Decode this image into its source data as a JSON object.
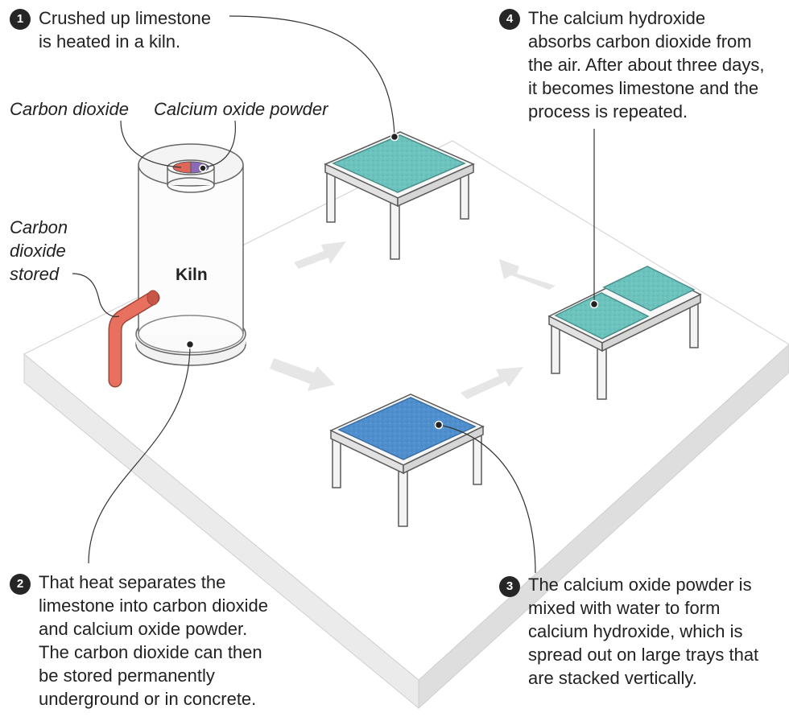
{
  "diagram": {
    "kiln_label": "Kiln",
    "labels": {
      "carbon_dioxide": "Carbon dioxide",
      "calcium_oxide_powder": "Calcium oxide powder",
      "co2_stored_lines": [
        "Carbon",
        "dioxide",
        "stored"
      ]
    },
    "steps": [
      {
        "number": "1",
        "lines": [
          "Crushed up limestone",
          "is heated in a kiln."
        ]
      },
      {
        "number": "2",
        "lines": [
          "That heat separates the",
          "limestone into carbon dioxide",
          "and calcium oxide powder.",
          "The carbon dioxide can then",
          "be stored permanently",
          "underground or in concrete."
        ]
      },
      {
        "number": "3",
        "lines": [
          "The calcium oxide powder is",
          "mixed with water to form",
          "calcium hydroxide, which is",
          "spread out on large trays that",
          "are stacked vertically."
        ]
      },
      {
        "number": "4",
        "lines": [
          "The calcium hydroxide",
          "absorbs carbon dioxide from",
          "the air. After about three days,",
          "it becomes limestone and the",
          "process is repeated."
        ]
      }
    ],
    "colors": {
      "tray_teal": "#6cc2bd",
      "tray_blue": "#4f8fce",
      "pipe": "#e8705f",
      "co2_segment": "#e0665a",
      "cao_segment": "#8a6bb8",
      "platform_top": "#ffffff",
      "platform_side": "#ececec",
      "arrow": "#e4e4e4"
    }
  }
}
